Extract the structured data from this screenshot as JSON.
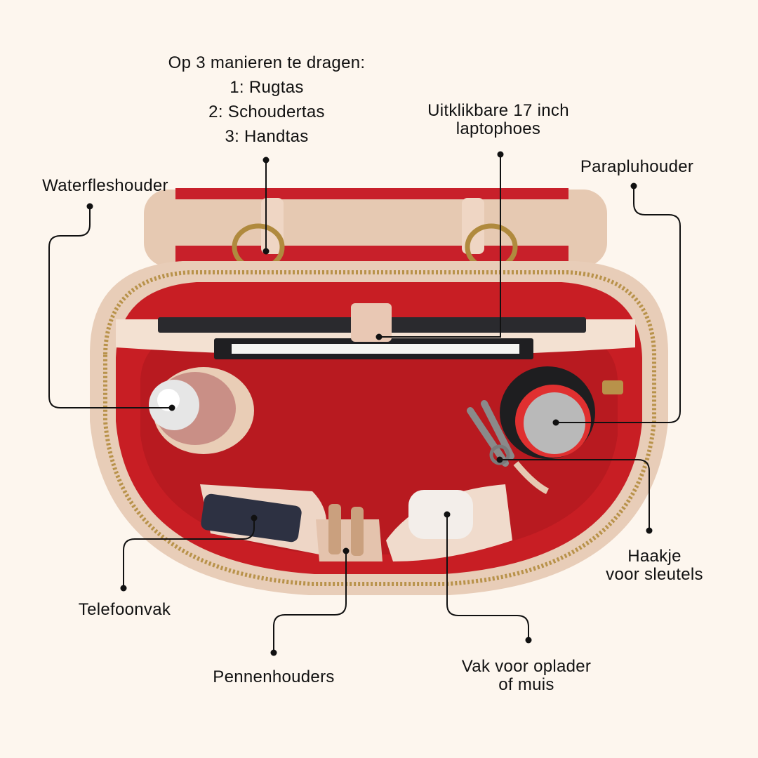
{
  "labels": {
    "carry": {
      "title": "Op 3 manieren te dragen:",
      "options": [
        "1: Rugtas",
        "2: Schoudertas",
        "3: Handtas"
      ]
    },
    "laptop": [
      "Uitklikbare 17 inch",
      "laptophoes"
    ],
    "bottle": "Waterfleshouder",
    "umbrella": "Parapluhouder",
    "phone": "Telefoonvak",
    "pens": "Pennenhouders",
    "charger": [
      "Vak voor oplader",
      "of muis"
    ],
    "keys": [
      "Haakje",
      "voor sleutels"
    ]
  },
  "colors": {
    "background": "#fdf6ee",
    "leather": "#e8cdb8",
    "lining": "#c81e24",
    "hardware": "#b8924a",
    "line": "#111111"
  }
}
